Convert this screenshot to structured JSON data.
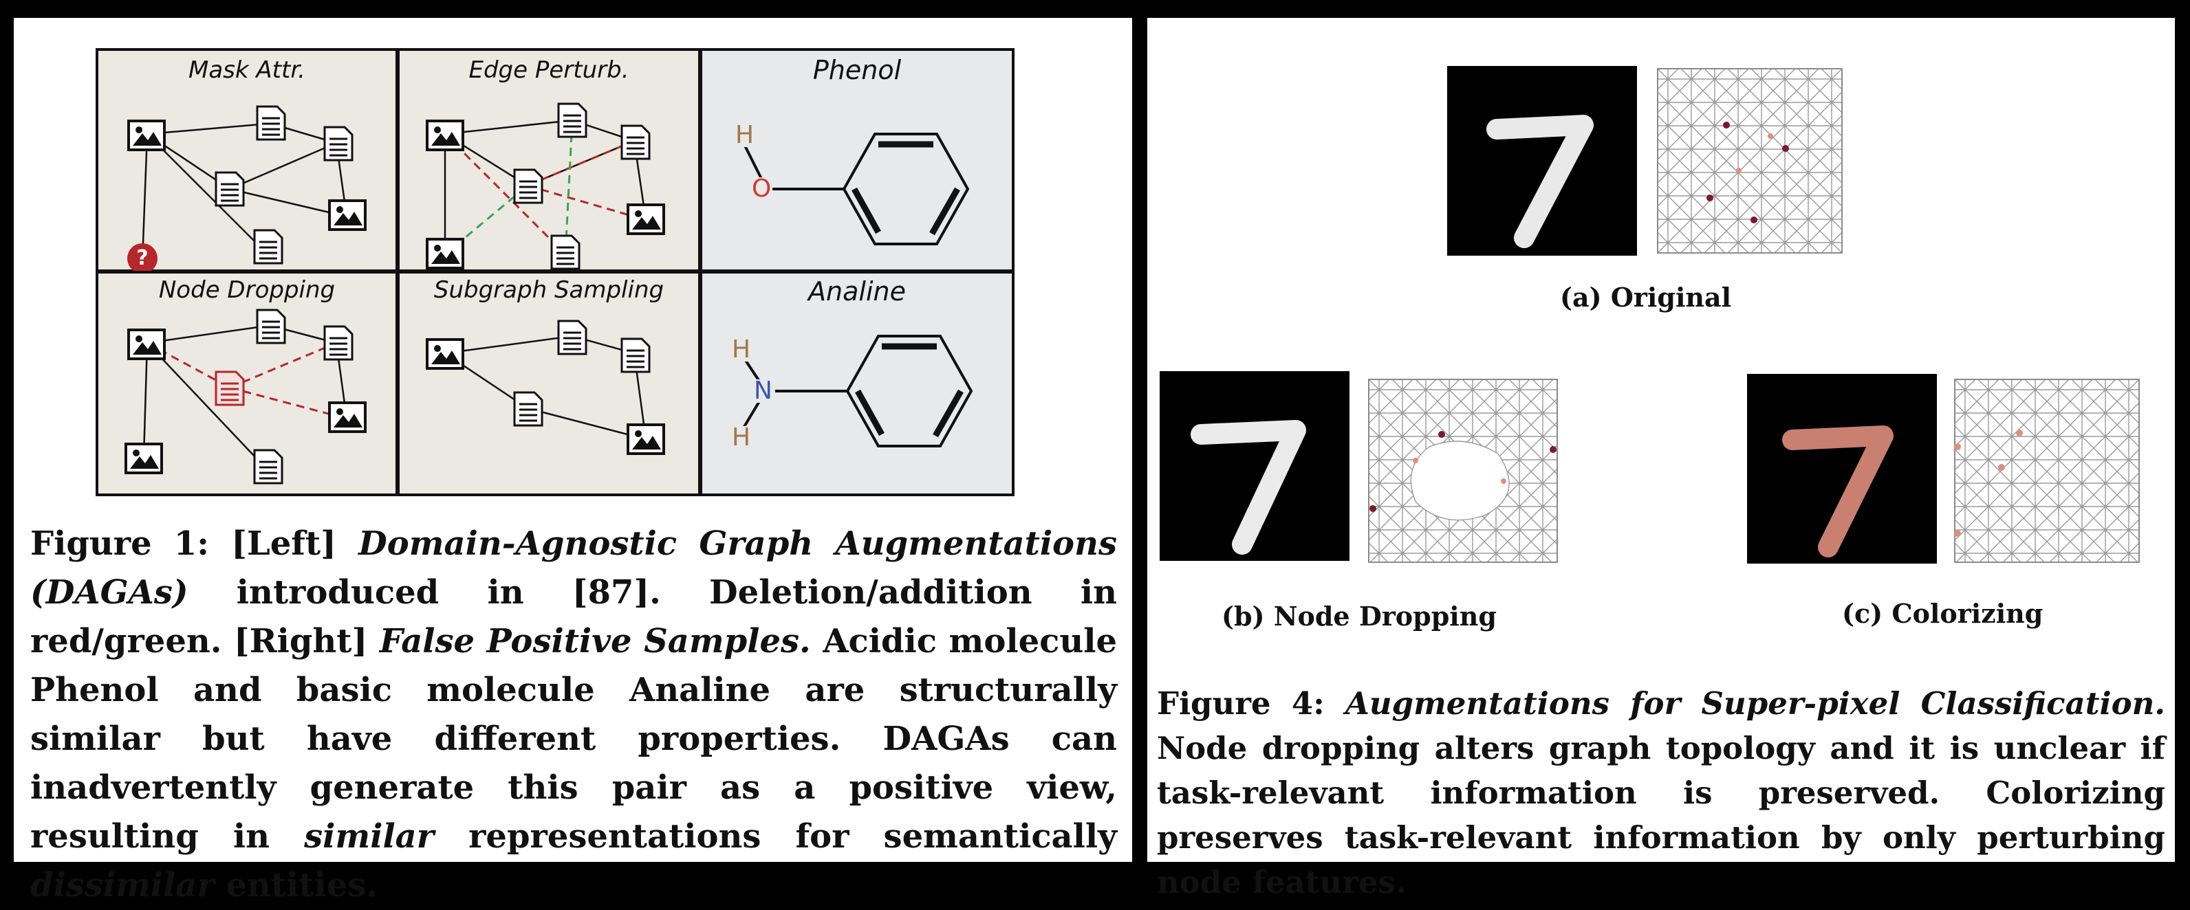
{
  "figure1": {
    "cells": {
      "mask_attr": "Mask Attr.",
      "edge_perturb": "Edge Perturb.",
      "phenol": "Phenol",
      "node_dropping": "Node Dropping",
      "subgraph_sampling": "Subgraph Sampling",
      "analine": "Analine"
    },
    "atoms": {
      "h": "H",
      "o": "O",
      "n": "N"
    },
    "question_mark": "?",
    "caption": {
      "label": "Figure 1: [Left] ",
      "title": "Domain-Agnostic Graph Augmentations (DAGAs)",
      "text1": " introduced in [87]. Deletion/addition in red/green. [Right] ",
      "title2": "False Positive Samples.",
      "text2": " Acidic molecule Phenol and basic molecule Analine are structurally similar but have different properties. DAGAs can inadvertently generate this pair as a positive view, resulting in ",
      "em1": "similar",
      "text3": " representations for semantically ",
      "em2": "dissimilar",
      "text4": " entities."
    }
  },
  "figure4": {
    "digit": "7",
    "subcaptions": {
      "original": "(a) Original",
      "node_dropping": "(b) Node Dropping",
      "colorizing": "(c) Colorizing"
    },
    "caption": {
      "label": "Figure 4: ",
      "title": "Augmentations for Super-pixel Classification.",
      "text": " Node dropping alters graph topology and it is unclear if task-relevant information is preserved. Colorizing preserves task-relevant information by only perturbing node features."
    }
  },
  "colors": {
    "cell_beige": "#ece9e2",
    "cell_gray": "#e8e9ea",
    "red": "#b5272b",
    "green": "#3aa35a",
    "oxygen": "#cf3b2f",
    "nitrogen": "#3a55b0",
    "hydrogen": "#a0784a",
    "salmon": "#c98070"
  }
}
